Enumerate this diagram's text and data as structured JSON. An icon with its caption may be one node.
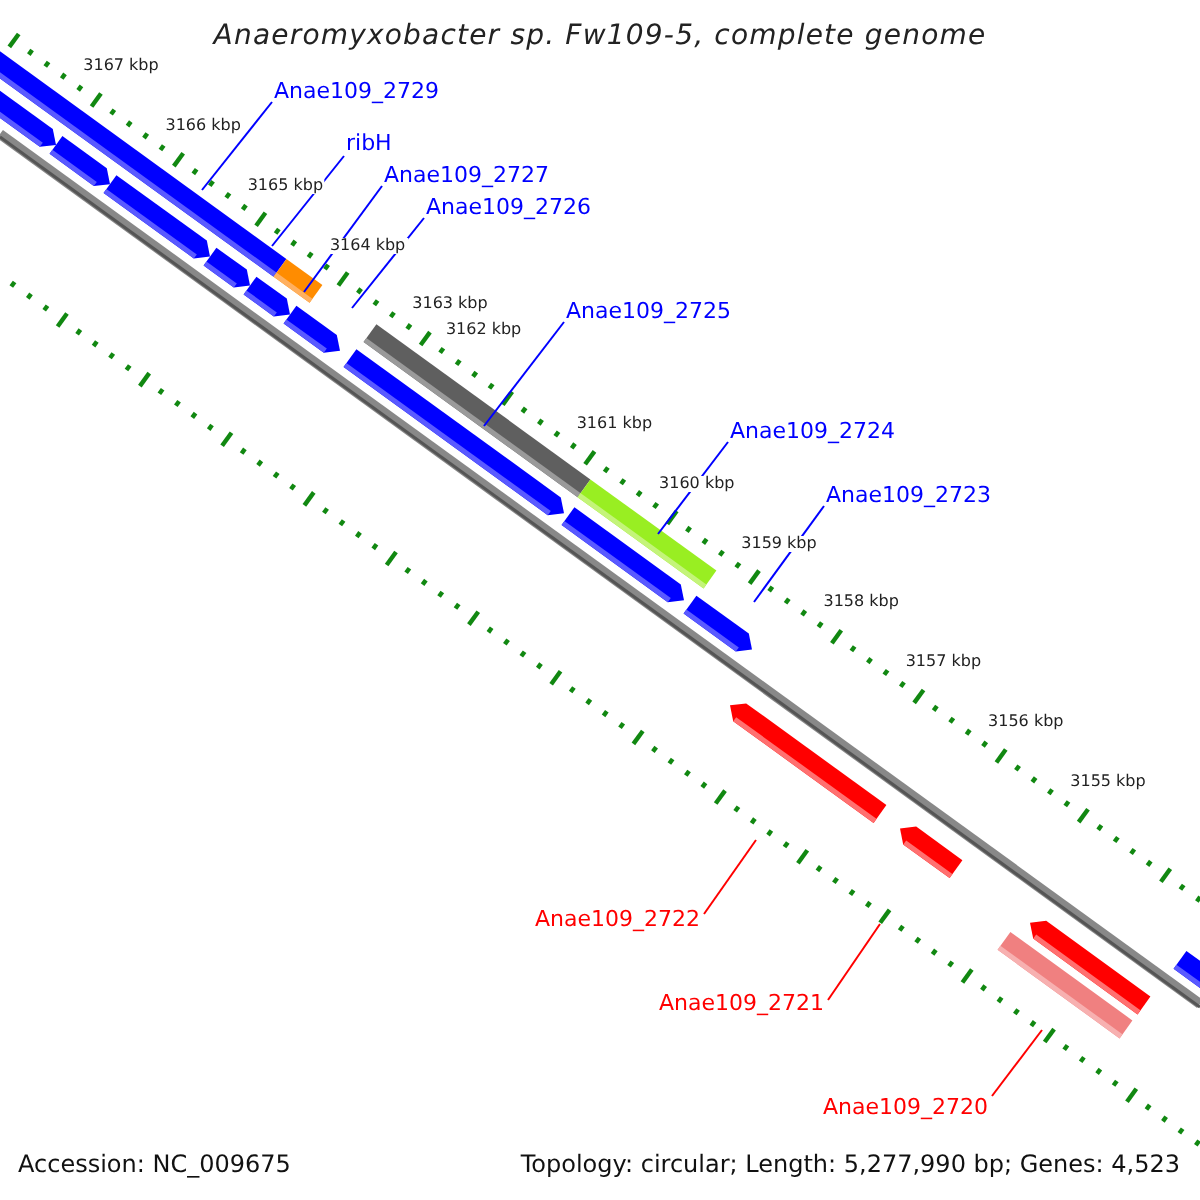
{
  "diagram": {
    "title": "Anaeromyxobacter sp. Fw109-5, complete genome",
    "nodes": [
      {
        "text": [
          "Anae109_2729"
        ]
      },
      {
        "text": [
          "ribH"
        ]
      },
      {
        "text": [
          "Anae109_2727"
        ]
      },
      {
        "text": [
          "Anae109_2726"
        ]
      },
      {
        "text": [
          "Anae109_2725"
        ]
      },
      {
        "text": [
          "Anae109_2724"
        ]
      },
      {
        "text": [
          "Anae109_2723"
        ]
      },
      {
        "text": [
          "Anae109_2722"
        ]
      },
      {
        "text": [
          "Anae109_2721"
        ]
      },
      {
        "text": [
          "Anae109_2720"
        ]
      }
    ],
    "edges": [
      {
        "from": 0,
        "to": null,
        "arrow": "none"
      },
      {
        "from": 1,
        "to": null,
        "arrow": "none"
      },
      {
        "from": 2,
        "to": null,
        "arrow": "none"
      },
      {
        "from": 3,
        "to": null,
        "arrow": "none"
      },
      {
        "from": 4,
        "to": null,
        "arrow": "none"
      },
      {
        "from": 5,
        "to": null,
        "arrow": "none"
      },
      {
        "from": 6,
        "to": null,
        "arrow": "none"
      },
      {
        "from": 7,
        "to": null,
        "arrow": "none",
        "color": "#ff0000"
      },
      {
        "from": 8,
        "to": null,
        "arrow": "none",
        "color": "#ff0000"
      },
      {
        "from": 9,
        "to": null,
        "arrow": "none",
        "color": "#ff0000"
      }
    ],
    "labels": [
      "3167 kbp",
      "3166 kbp",
      "3165 kbp",
      "3164 kbp",
      "3163 kbp",
      "3162 kbp",
      "3161 kbp",
      "3160 kbp",
      "3159 kbp",
      "3158 kbp",
      "3157 kbp",
      "3156 kbp",
      "3155 kbp",
      "Accession: NC_009675",
      "Topology: circular; Length: 5,277,990 bp; Genes: 4,523"
    ]
  }
}
